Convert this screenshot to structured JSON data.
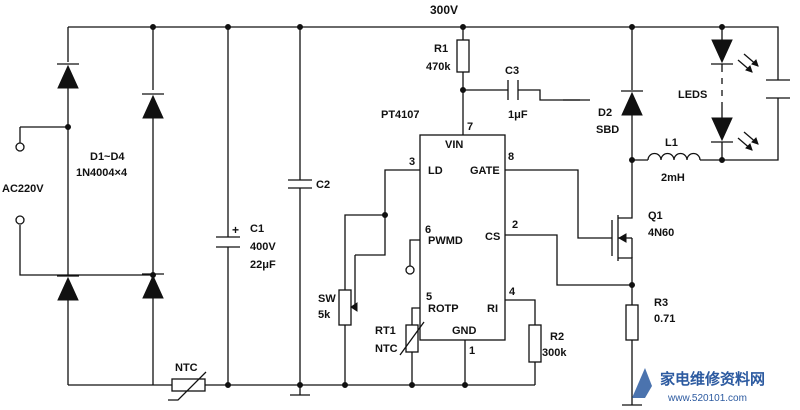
{
  "labels": {
    "supply": "300V",
    "ac_input": "AC220V",
    "bridge_name": "D1~D4",
    "bridge_part": "1N4004×4",
    "c1_name": "C1",
    "c1_voltage": "400V",
    "c1_cap": "22μF",
    "c2_name": "C2",
    "ntc_name": "NTC",
    "r1_name": "R1",
    "r1_value": "470k",
    "c3_name": "C3",
    "c3_value": "1μF",
    "ic_name": "PT4107",
    "d2_name": "D2",
    "d2_type": "SBD",
    "leds_name": "LEDS",
    "l1_name": "L1",
    "l1_value": "2mH",
    "q1_name": "Q1",
    "q1_part": "4N60",
    "sw_name": "SW",
    "sw_value": "5k",
    "rt1_name": "RT1",
    "rt1_type": "NTC",
    "r2_name": "R2",
    "r2_value": "300k",
    "r3_name": "R3",
    "r3_value": "0.71"
  },
  "ic_pins": {
    "vin": "VIN",
    "vin_num": "7",
    "ld": "LD",
    "ld_num": "3",
    "gate": "GATE",
    "gate_num": "8",
    "pwmd": "PWMD",
    "pwmd_num": "6",
    "cs": "CS",
    "cs_num": "2",
    "rotp": "ROTP",
    "rotp_num": "5",
    "ri": "RI",
    "ri_num": "4",
    "gnd": "GND",
    "gnd_num": "1"
  },
  "watermark": {
    "logo_text": "家电维修资料网",
    "site": "www.520101.com"
  }
}
